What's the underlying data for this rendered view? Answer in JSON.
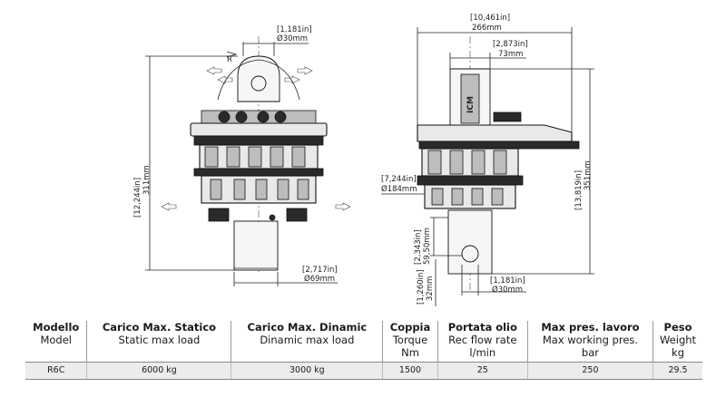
{
  "drawing": {
    "front": {
      "top_pin_in": "[1,181in]",
      "top_pin_mm": "Ø30mm",
      "rotation_label": "R",
      "height_in": "[12,244in]",
      "height_mm": "311mm",
      "shaft_in": "[2,717in]",
      "shaft_mm": "Ø69mm"
    },
    "side": {
      "width_in": "[10,461in]",
      "width_mm": "266mm",
      "link_in": "[2,873in]",
      "link_mm": "73mm",
      "body_in": "[7,244in]",
      "body_mm": "Ø184mm",
      "height_in": "[13,819in]",
      "height_mm": "351mm",
      "eye_offset_in": "[2,343in]",
      "eye_offset_mm": "59,50mm",
      "eye_low_in": "[1,260in]",
      "eye_low_mm": "32mm",
      "eye_pin_in": "[1,181in]",
      "eye_pin_mm": "Ø30mm",
      "brand": "ICM"
    }
  },
  "table": {
    "columns": [
      {
        "it": "Modello",
        "en": [
          "Model"
        ]
      },
      {
        "it": "Carico Max. Statico",
        "en": [
          "Static max load"
        ]
      },
      {
        "it": "Carico Max. Dinamic",
        "en": [
          "Dinamic max load"
        ]
      },
      {
        "it": "Coppia",
        "en": [
          "Torque",
          "Nm"
        ]
      },
      {
        "it": "Portata olio",
        "en": [
          "Rec flow rate",
          "l/min"
        ]
      },
      {
        "it": "Max pres. lavoro",
        "en": [
          "Max working pres.",
          "bar"
        ]
      },
      {
        "it": "Peso",
        "en": [
          "Weight",
          "kg"
        ]
      }
    ],
    "rows": [
      [
        "R6C",
        "6000 kg",
        "3000 kg",
        "1500",
        "25",
        "250",
        "29.5"
      ]
    ]
  }
}
